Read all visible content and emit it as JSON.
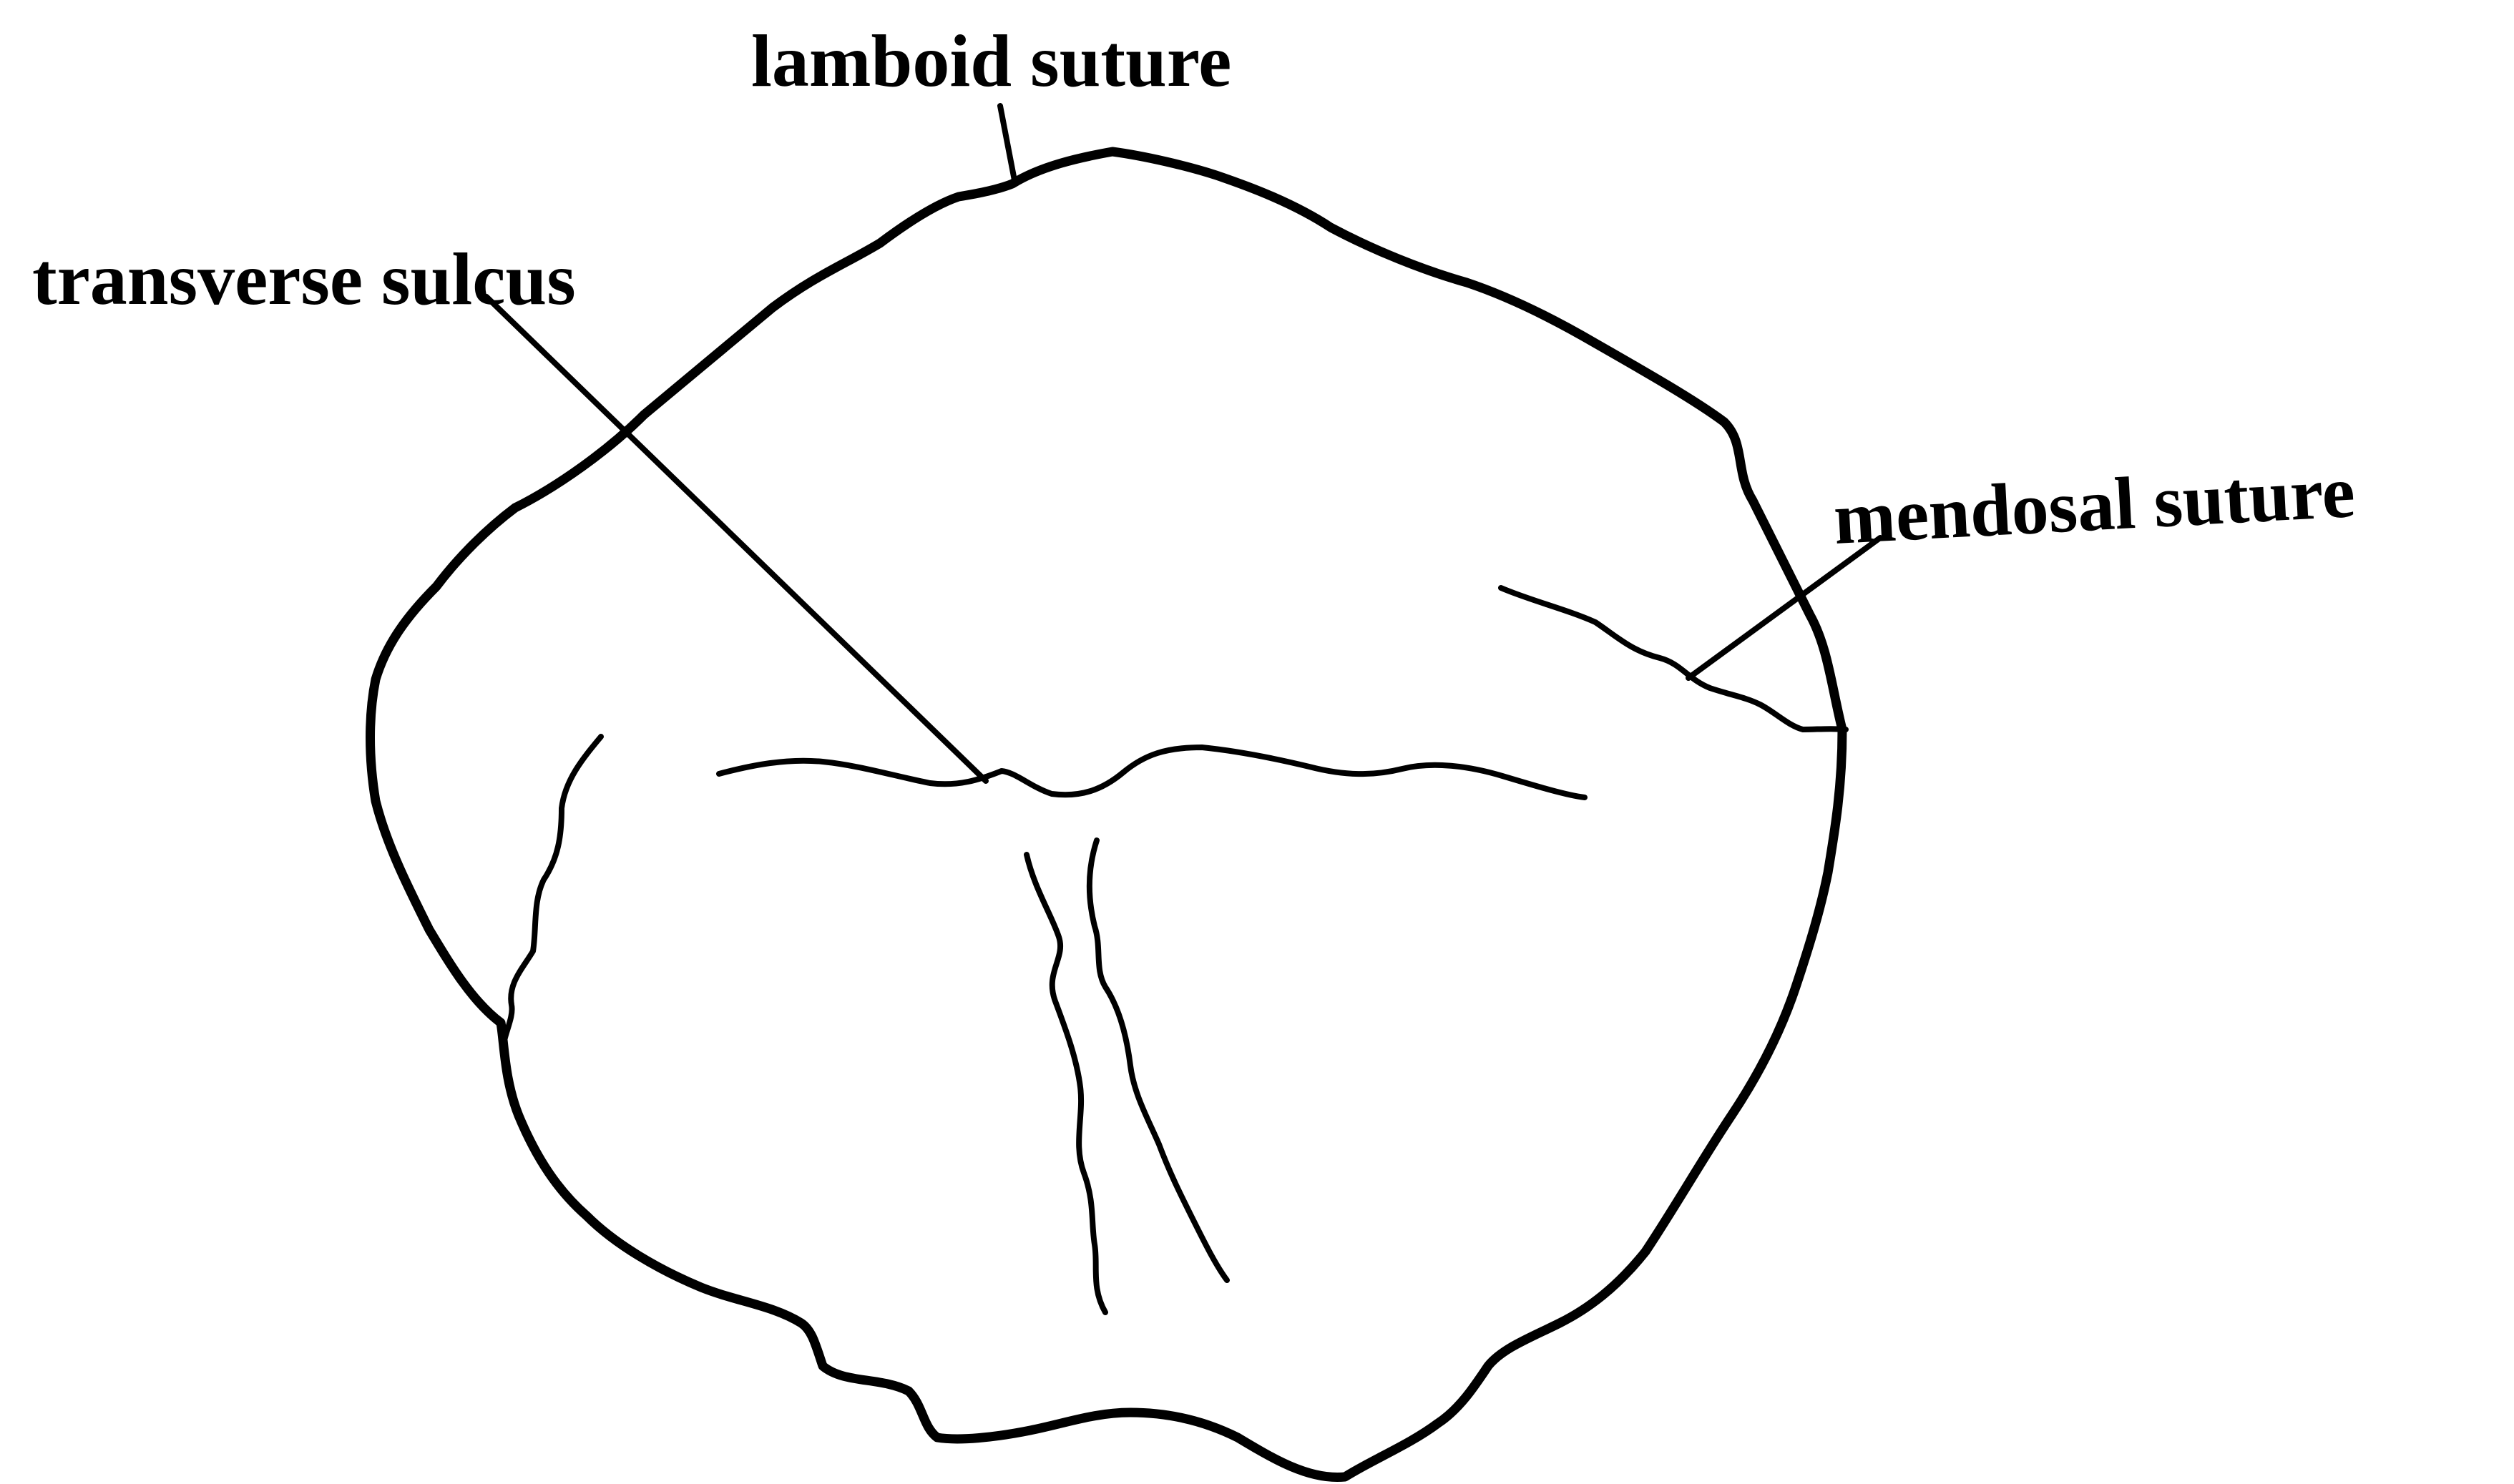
{
  "labels": {
    "lamboid_suture": "lamboid suture",
    "transverse_sulcus": "transverse sulcus",
    "mendosal_suture": "mendosal suture"
  },
  "colors": {
    "ink": "#000000",
    "background": "#ffffff"
  }
}
